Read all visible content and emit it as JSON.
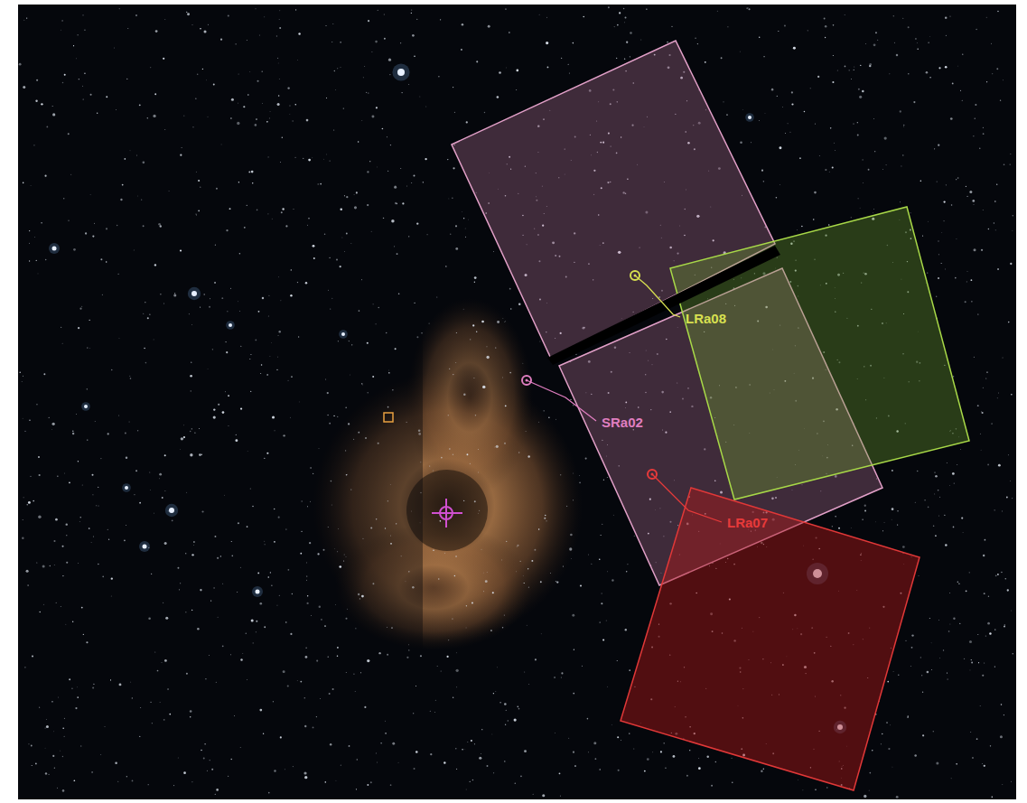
{
  "diagram": {
    "labels": [
      "LRa08",
      "SRa02",
      "LRa07"
    ]
  }
}
